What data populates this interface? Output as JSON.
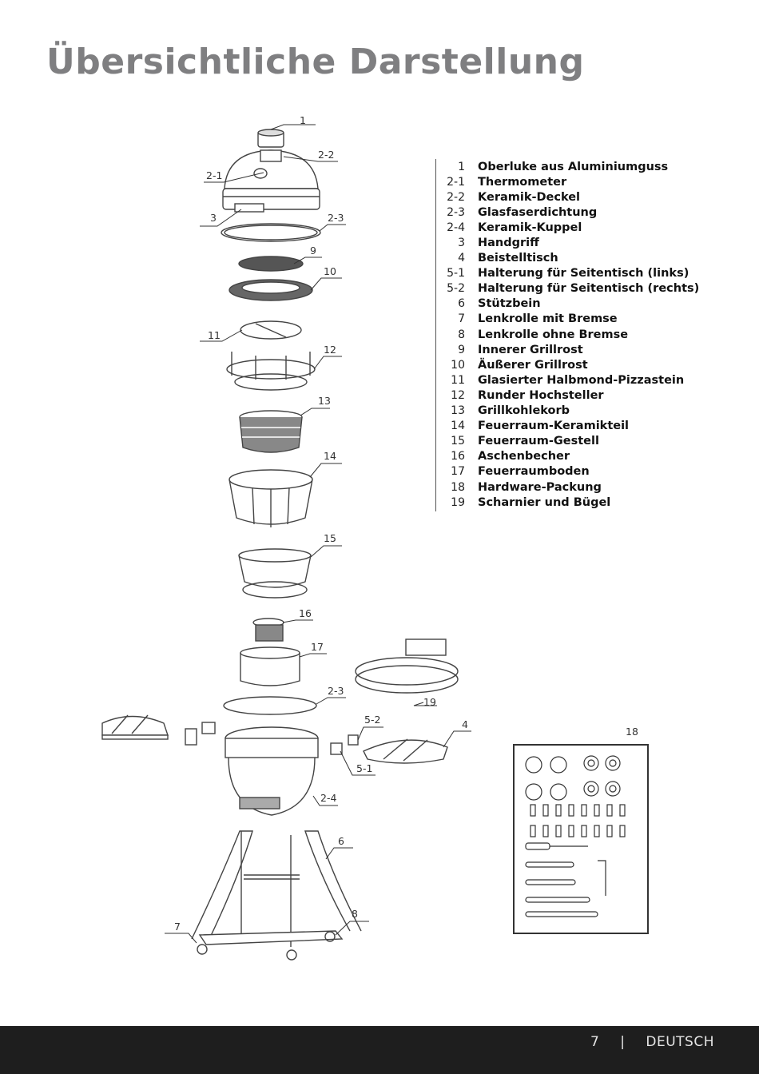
{
  "title": "Übersichtliche Darstellung",
  "parts": [
    {
      "num": "1",
      "name": "Oberluke aus Aluminiumguss"
    },
    {
      "num": "2-1",
      "name": "Thermometer"
    },
    {
      "num": "2-2",
      "name": "Keramik-Deckel"
    },
    {
      "num": "2-3",
      "name": "Glasfaserdichtung"
    },
    {
      "num": "2-4",
      "name": "Keramik-Kuppel"
    },
    {
      "num": "3",
      "name": "Handgriff"
    },
    {
      "num": "4",
      "name": "Beistelltisch"
    },
    {
      "num": "5-1",
      "name": "Halterung für Seitentisch (links)"
    },
    {
      "num": "5-2",
      "name": "Halterung für Seitentisch (rechts)"
    },
    {
      "num": "6",
      "name": "Stützbein"
    },
    {
      "num": "7",
      "name": "Lenkrolle mit Bremse"
    },
    {
      "num": "8",
      "name": "Lenkrolle ohne Bremse"
    },
    {
      "num": "9",
      "name": "Innerer Grillrost"
    },
    {
      "num": "10",
      "name": "Äußerer Grillrost"
    },
    {
      "num": "11",
      "name": "Glasierter Halbmond-Pizzastein"
    },
    {
      "num": "12",
      "name": "Runder Hochsteller"
    },
    {
      "num": "13",
      "name": "Grillkohlekorb"
    },
    {
      "num": "14",
      "name": "Feuerraum-Keramikteil"
    },
    {
      "num": "15",
      "name": "Feuerraum-Gestell"
    },
    {
      "num": "16",
      "name": "Aschenbecher"
    },
    {
      "num": "17",
      "name": "Feuerraumboden"
    },
    {
      "num": "18",
      "name": "Hardware-Packung"
    },
    {
      "num": "19",
      "name": "Scharnier und Bügel"
    }
  ],
  "callouts": {
    "c1": "1",
    "c2_1": "2-1",
    "c2_2": "2-2",
    "c3": "3",
    "c2_3a": "2-3",
    "c9": "9",
    "c10": "10",
    "c11": "11",
    "c12": "12",
    "c13": "13",
    "c14": "14",
    "c15": "15",
    "c16": "16",
    "c17": "17",
    "c2_3b": "2-3",
    "c19": "19",
    "c5_2": "5-2",
    "c4": "4",
    "c5_1": "5-1",
    "c2_4": "2-4",
    "c6": "6",
    "c7": "7",
    "c8": "8",
    "c18": "18"
  },
  "footer": {
    "page": "7",
    "separator": "|",
    "language": "DEUTSCH"
  }
}
